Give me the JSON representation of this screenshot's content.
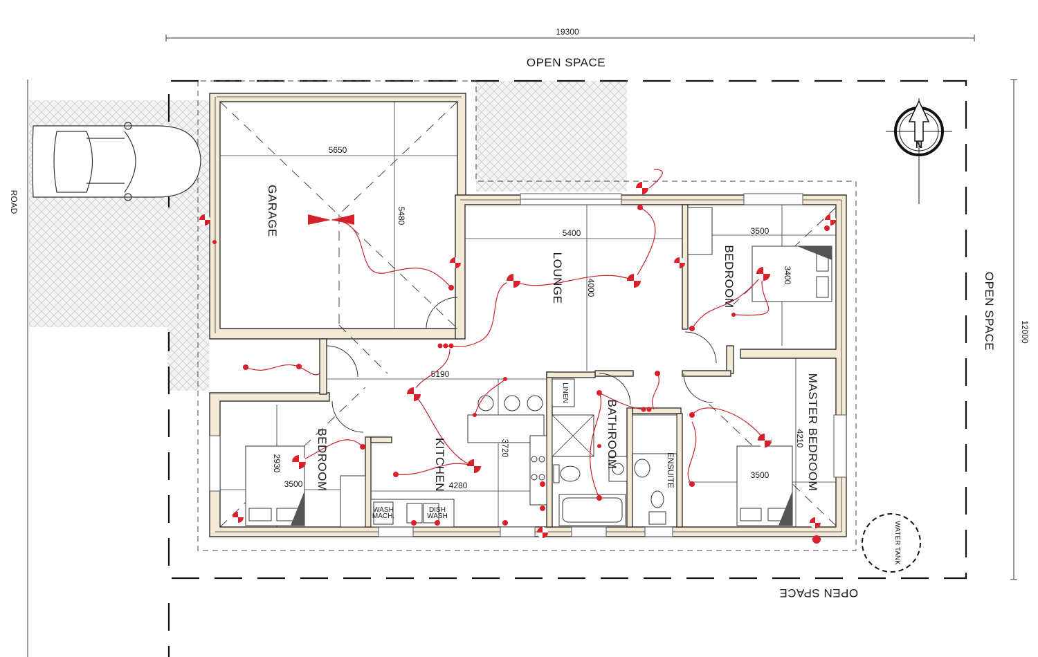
{
  "dimensions": {
    "overall_width": "19300",
    "overall_depth": "12000",
    "garage_width": "5650",
    "garage_depth": "5480",
    "lounge_width": "5400",
    "lounge_depth": "4000",
    "bedroom1_width": "3500",
    "bedroom1_depth": "3400",
    "hall_length": "5190",
    "kitchen_depth": "3720",
    "kitchen_width": "4280",
    "bedroom2_depth": "2930",
    "bedroom2_width": "3500",
    "master_depth": "4210",
    "master_width": "3500"
  },
  "rooms": {
    "garage": "GARAGE",
    "lounge": "LOUNGE",
    "bedroom": "BEDROOM",
    "bedroom_2": "BEDROOM",
    "kitchen": "KITCHEN",
    "bathroom": "BATHROOM",
    "ensuite": "ENSUITE",
    "master_bedroom": "MASTER BEDROOM",
    "linen": "LINEN",
    "wash_mach": [
      "WASH",
      "MACH."
    ],
    "dish_wash": [
      "DISH",
      "WASH"
    ]
  },
  "site": {
    "open_space_top": "OPEN SPACE",
    "open_space_right": "OPEN SPACE",
    "open_space_bottom": "OPEN SPACE",
    "road": "ROAD",
    "water_tank": "WATER TANK",
    "north": "N"
  },
  "colors": {
    "electrical": "#d7202a",
    "wall_fill": "#f3e9d6"
  }
}
